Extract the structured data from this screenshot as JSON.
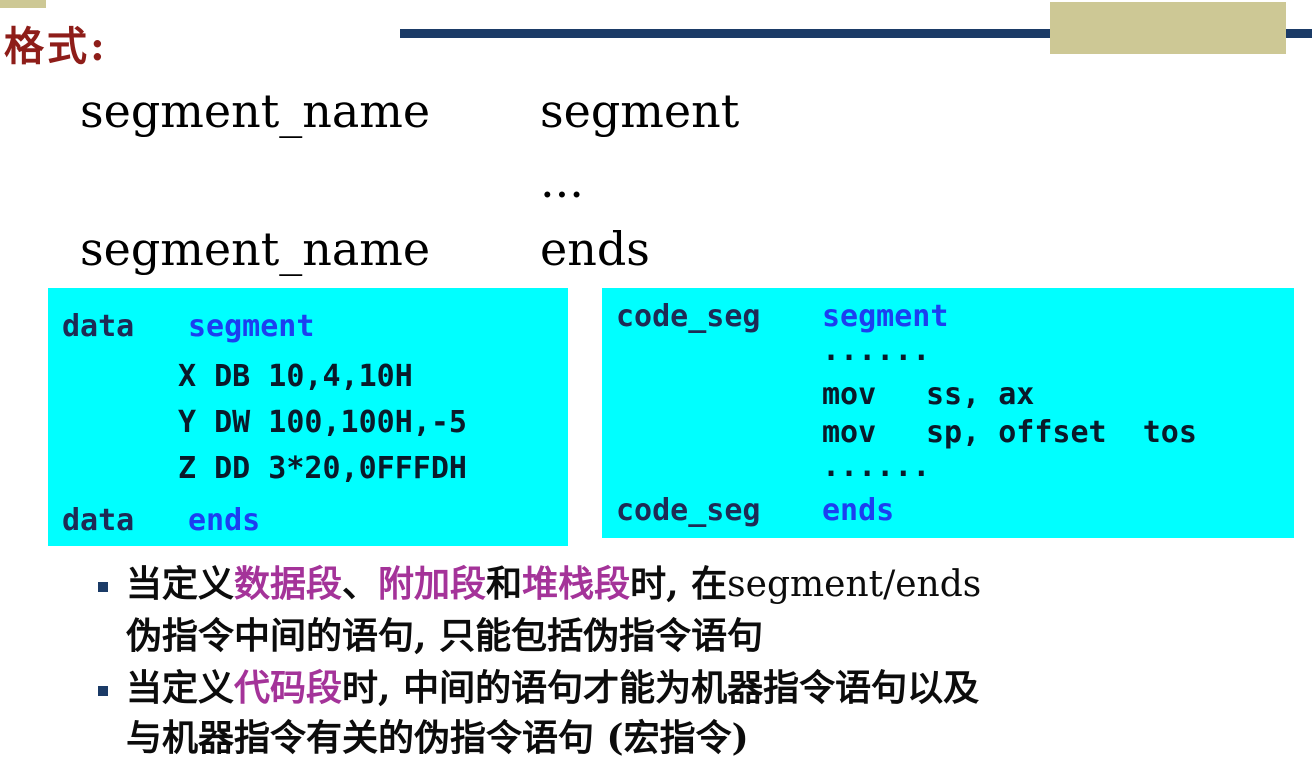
{
  "title": "格式:",
  "syntax": {
    "name": "segment_name",
    "kw_segment": "segment",
    "ellipsis": "...",
    "kw_ends": "ends"
  },
  "left_code": {
    "head_label": "data",
    "head_kw": "segment",
    "line1": "X DB 10,4,10H",
    "line2": "Y DW 100,100H,-5",
    "line3": "Z DD 3*20,0FFFDH",
    "tail_label": "data",
    "tail_kw": "ends"
  },
  "right_code": {
    "head_label": "code_seg",
    "head_kw": "segment",
    "dots1": "......",
    "l1_op": "mov",
    "l1_args": "ss, ax",
    "l2_op": "mov",
    "l2_args": "sp, offset  tos",
    "dots2": "......",
    "tail_label": "code_seg",
    "tail_kw": "ends"
  },
  "bullets": [
    {
      "p1": "当定义",
      "h1": "数据段",
      "p2": "、",
      "h2": "附加段",
      "p3": "和",
      "h3": "堆栈段",
      "p4": "时, 在",
      "p5": "segment/ends",
      "line2": "伪指令中间的语句, 只能包括伪指令语句"
    },
    {
      "p1": "当定义",
      "h1": "代码段",
      "p2": "时, 中间的语句才能为机器指令语句以及",
      "line2": "与机器指令有关的伪指令语句 (宏指令)"
    }
  ],
  "colors": {
    "title": "#8e1d19",
    "rule": "#1b3b67",
    "accent_box": "#cdc895",
    "code_bg": "#00ffff",
    "keyword": "#1a2fe0",
    "highlight": "#a43399"
  }
}
